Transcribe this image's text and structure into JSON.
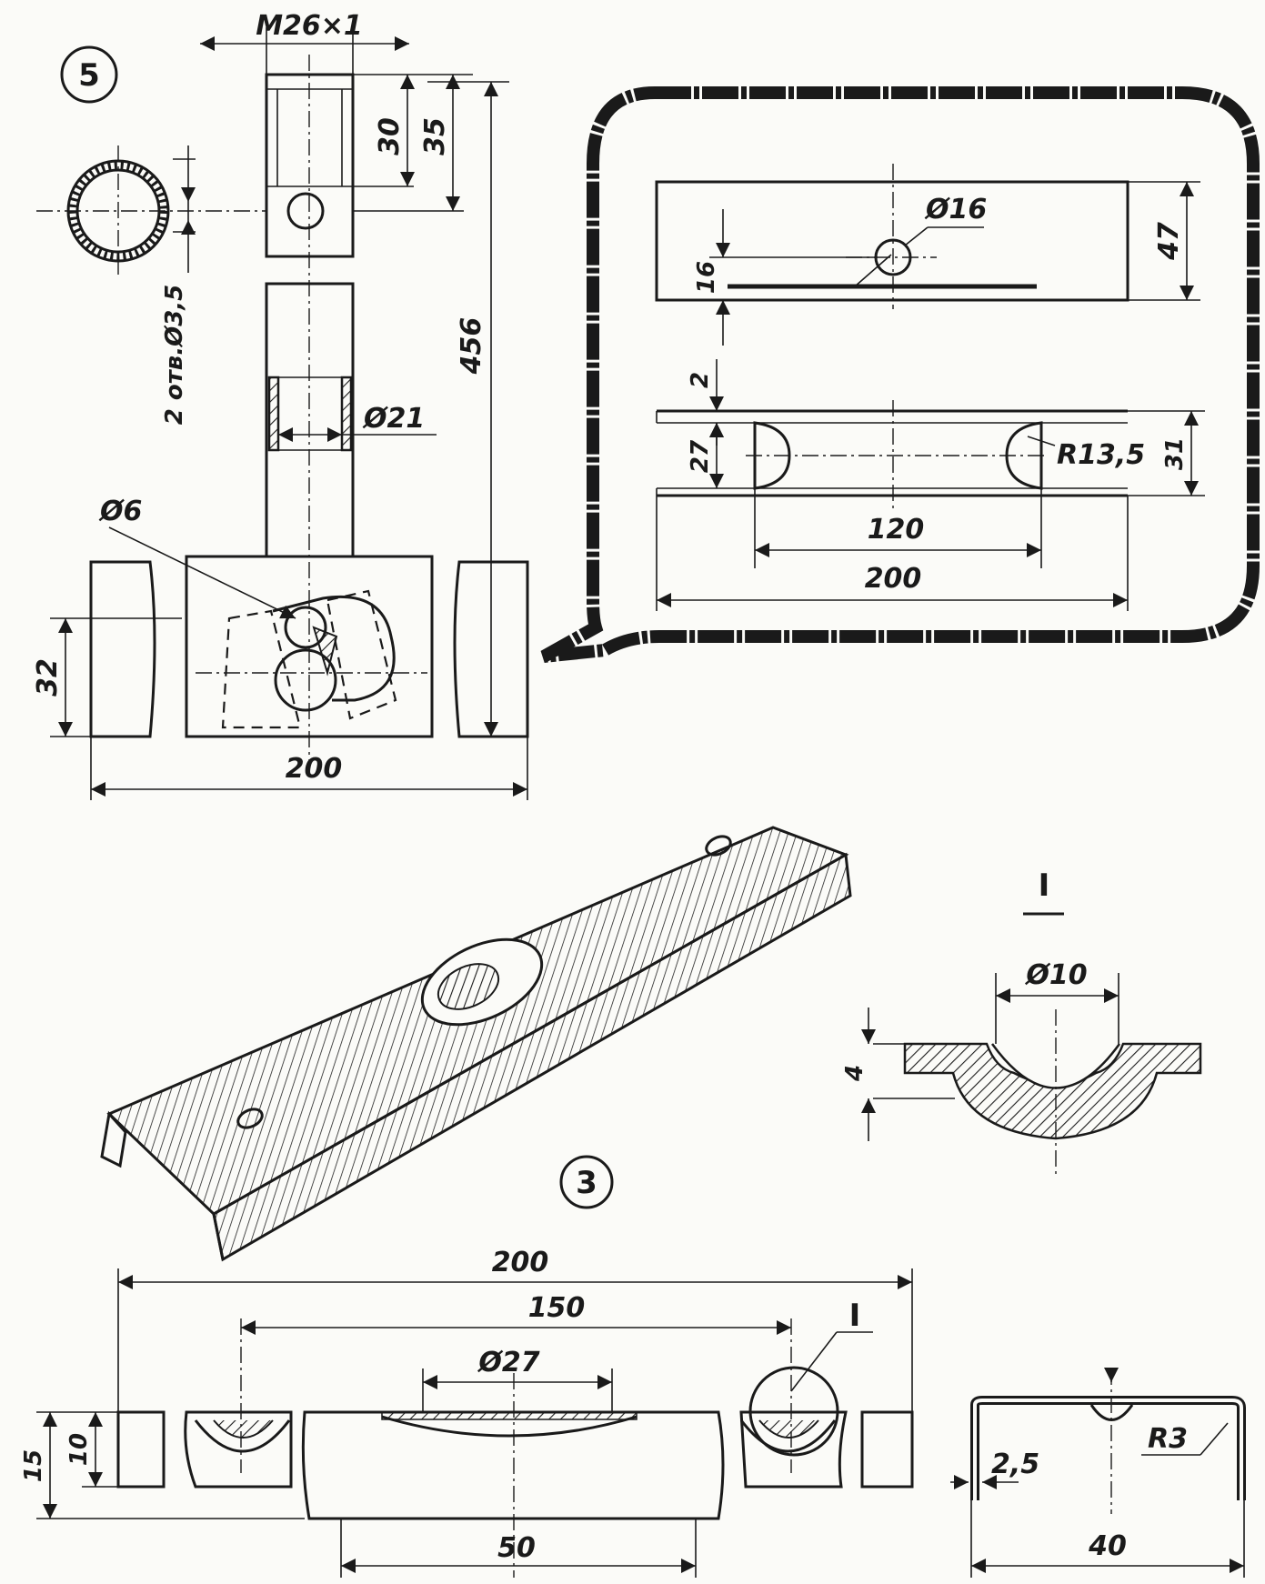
{
  "figures": {
    "fig5": {
      "number": "5"
    },
    "fig3": {
      "number": "3"
    }
  },
  "fig5_dims": {
    "thread": "M26×1",
    "d30": "30",
    "d35": "35",
    "d456": "456",
    "holes": "2 отв.Ø3,5",
    "d21": "Ø21",
    "d6": "Ø6",
    "d32": "32",
    "d200": "200"
  },
  "inset_dims": {
    "d16hole": "Ø16",
    "d16": "16",
    "d47": "47",
    "d2": "2",
    "d27": "27",
    "r135": "R13,5",
    "d31": "31",
    "d120": "120",
    "d200": "200"
  },
  "detail": {
    "label": "I",
    "d10": "Ø10",
    "d4": "4"
  },
  "fig3_dims": {
    "d200": "200",
    "d150": "150",
    "d27": "Ø27",
    "detail_ref": "I",
    "d15": "15",
    "d10": "10",
    "d50": "50",
    "d25": "2,5",
    "r3": "R3",
    "d40": "40"
  }
}
